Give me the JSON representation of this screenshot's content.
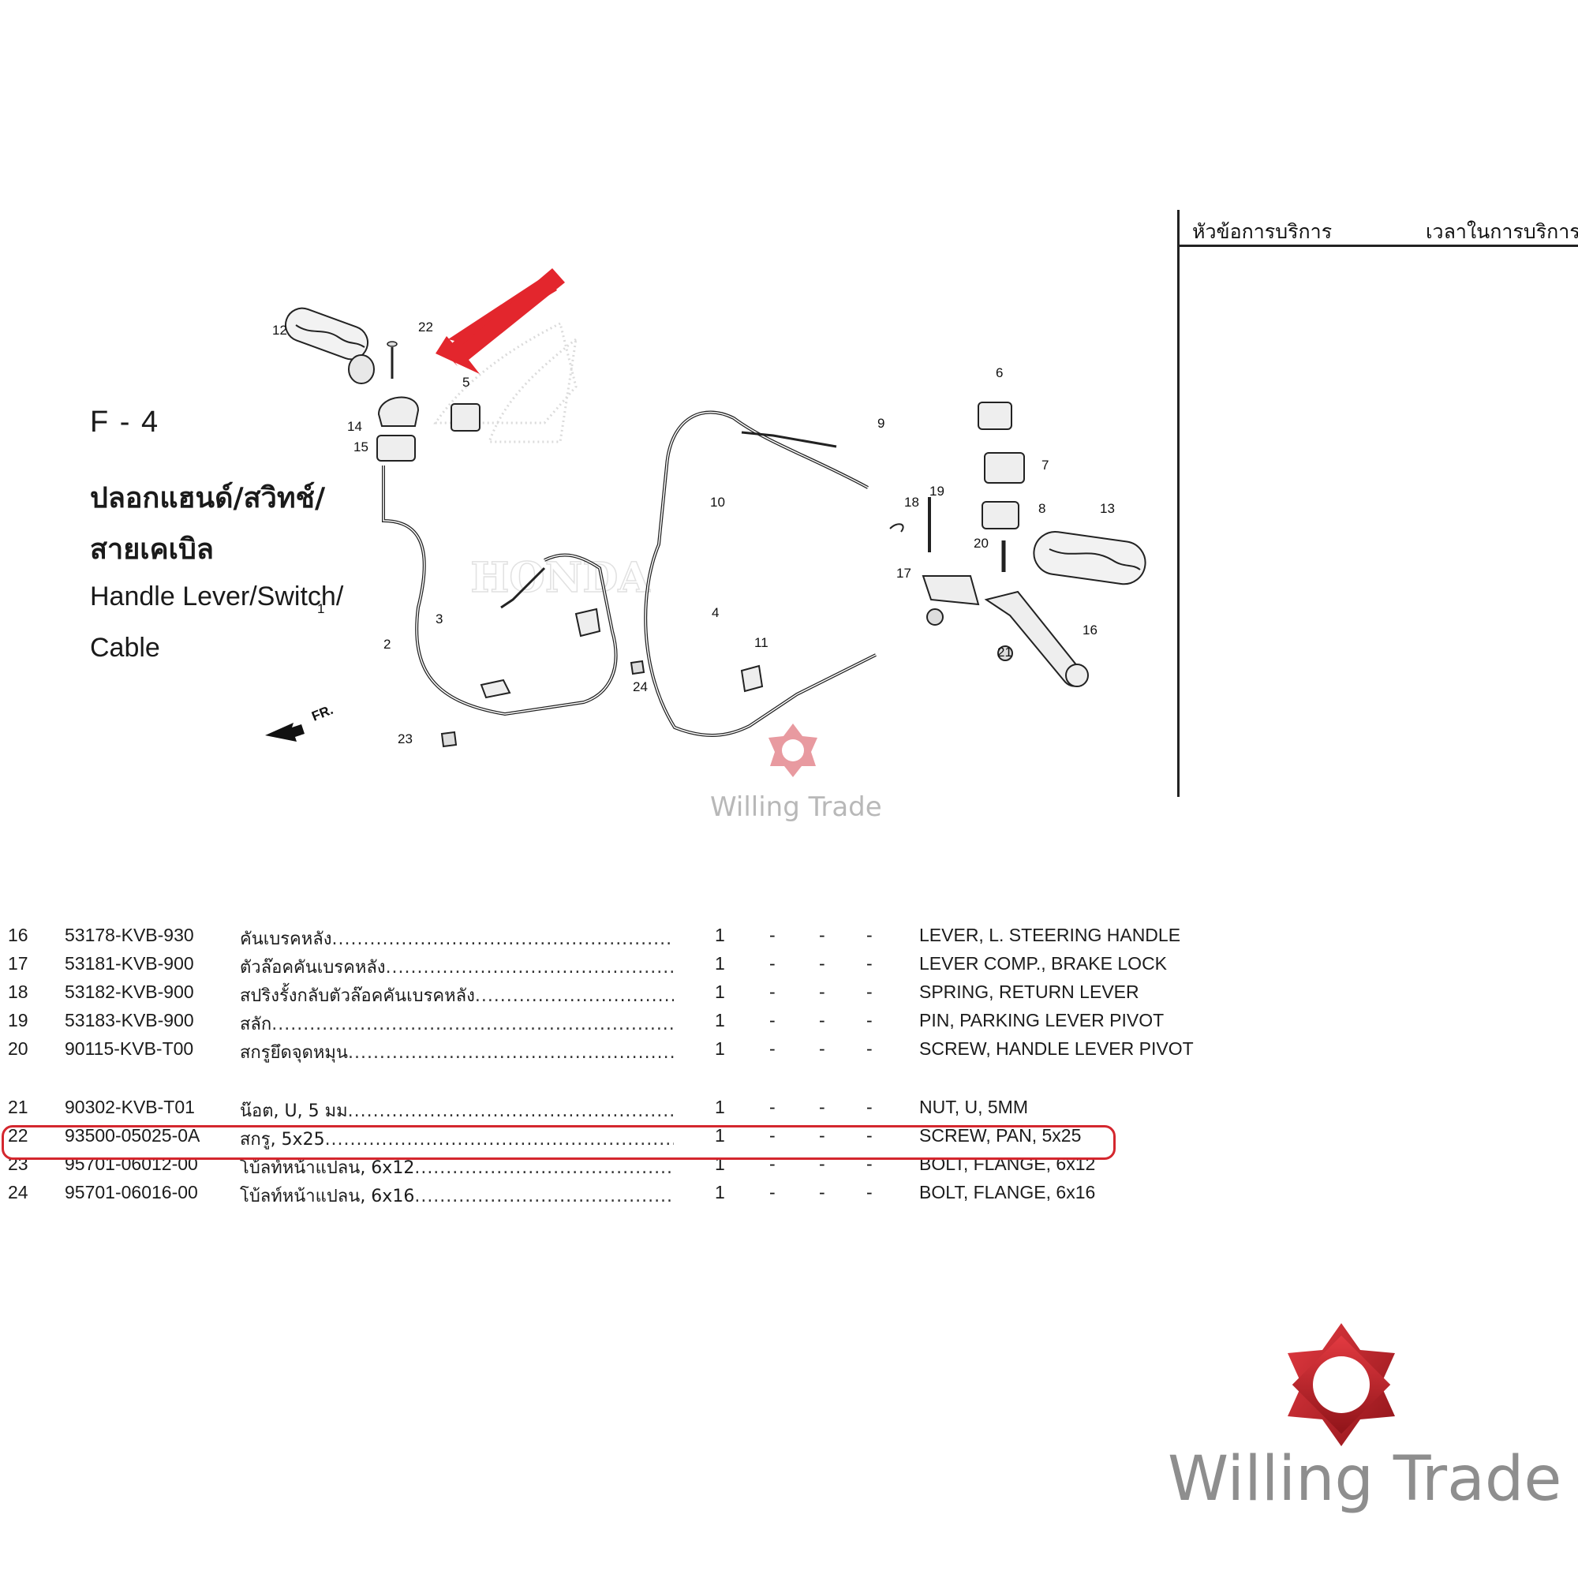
{
  "section": {
    "code": "F - 4",
    "title_th_line1": "ปลอกแฮนด์/สวิทช์/",
    "title_th_line2": "สายเคเบิล",
    "title_en_line1": "Handle Lever/Switch/",
    "title_en_line2": "Cable"
  },
  "service_panel": {
    "topic_label": "หัวข้อการบริการ",
    "time_label": "เวลาในการบริการ"
  },
  "diagram": {
    "callouts": [
      "1",
      "2",
      "3",
      "4",
      "5",
      "6",
      "7",
      "8",
      "9",
      "10",
      "11",
      "12",
      "13",
      "14",
      "15",
      "16",
      "17",
      "18",
      "19",
      "20",
      "21",
      "22",
      "23",
      "24"
    ],
    "front_marker": "FR.",
    "brand_mark": "HONDA",
    "arrow_color": "#e3262d"
  },
  "parts": [
    {
      "ref": "16",
      "part_no": "53178-KVB-930",
      "name_th": "คันเบรคหลัง",
      "qty": "1",
      "d1": "-",
      "d2": "-",
      "d3": "-",
      "name_en": "LEVER, L. STEERING HANDLE"
    },
    {
      "ref": "17",
      "part_no": "53181-KVB-900",
      "name_th": "ตัวล๊อคคันเบรคหลัง",
      "qty": "1",
      "d1": "-",
      "d2": "-",
      "d3": "-",
      "name_en": "LEVER COMP., BRAKE LOCK"
    },
    {
      "ref": "18",
      "part_no": "53182-KVB-900",
      "name_th": "สปริงรั้งกลับตัวล๊อคคันเบรคหลัง",
      "qty": "1",
      "d1": "-",
      "d2": "-",
      "d3": "-",
      "name_en": "SPRING, RETURN LEVER"
    },
    {
      "ref": "19",
      "part_no": "53183-KVB-900",
      "name_th": "สลัก",
      "qty": "1",
      "d1": "-",
      "d2": "-",
      "d3": "-",
      "name_en": "PIN, PARKING LEVER PIVOT"
    },
    {
      "ref": "20",
      "part_no": "90115-KVB-T00",
      "name_th": "สกรูยึดจุดหมุน",
      "qty": "1",
      "d1": "-",
      "d2": "-",
      "d3": "-",
      "name_en": "SCREW, HANDLE LEVER PIVOT"
    },
    {
      "ref": "21",
      "part_no": "90302-KVB-T01",
      "name_th": "น๊อต, U, 5 มม",
      "qty": "1",
      "d1": "-",
      "d2": "-",
      "d3": "-",
      "name_en": "NUT, U, 5MM"
    },
    {
      "ref": "22",
      "part_no": "93500-05025-0A",
      "name_th": "สกรู, 5x25",
      "qty": "1",
      "d1": "-",
      "d2": "-",
      "d3": "-",
      "name_en": "SCREW, PAN, 5x25"
    },
    {
      "ref": "23",
      "part_no": "95701-06012-00",
      "name_th": "โบ้ลท์หน้าแปลน, 6x12",
      "qty": "1",
      "d1": "-",
      "d2": "-",
      "d3": "-",
      "name_en": "BOLT, FLANGE, 6x12"
    },
    {
      "ref": "24",
      "part_no": "95701-06016-00",
      "name_th": "โบ้ลท์หน้าแปลน, 6x16",
      "qty": "1",
      "d1": "-",
      "d2": "-",
      "d3": "-",
      "name_en": "BOLT, FLANGE, 6x16"
    }
  ],
  "dot_leader": "........................................................................................................",
  "highlight": {
    "ref": "22",
    "color": "#d4272e"
  },
  "watermark": {
    "brand": "Willing Trade",
    "logo_color": "#c8232b"
  }
}
